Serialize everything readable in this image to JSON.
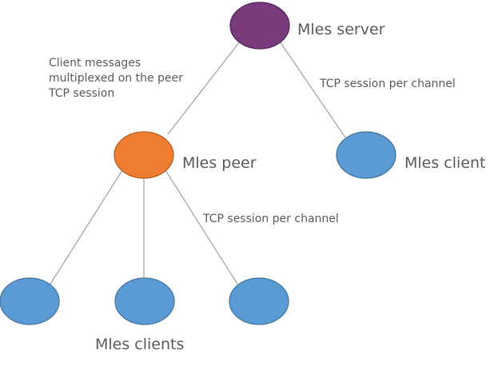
{
  "nodes": {
    "server": {
      "label": "Mles server",
      "fill": "#7a3b7d",
      "stroke": "#4e2351"
    },
    "peer": {
      "label": "Mles peer",
      "fill": "#ed7d31",
      "stroke": "#b35c1e"
    },
    "client": {
      "label": "Mles client",
      "fill": "#5b9bd5",
      "stroke": "#41719c"
    },
    "peer_clients": {
      "label": "Mles clients",
      "fill": "#5b9bd5",
      "stroke": "#41719c"
    }
  },
  "edge_labels": {
    "peer_to_server": "Client messages\nmultiplexed on the peer\nTCP session",
    "client_to_server": "TCP session per channel",
    "clients_to_peer": "TCP session per channel"
  },
  "colors": {
    "edge": "#8c8c8c",
    "text": "#595959",
    "background": "#ffffff"
  }
}
